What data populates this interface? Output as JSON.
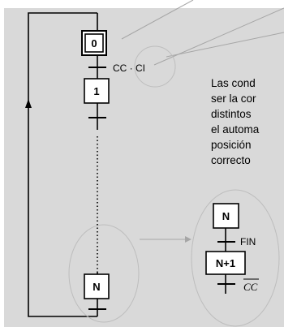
{
  "diagram": {
    "background_color": "#d9d9d9",
    "steps": {
      "initial": "0",
      "second": "1",
      "generic": "N"
    },
    "transition_condition": "CC · CI",
    "paragraph_lines": [
      "Las cond",
      "ser la cor",
      "distintos",
      "el automa",
      "posición",
      "correcto"
    ],
    "zoom": {
      "step_n": "N",
      "condition": "FIN",
      "step_n1": "N+1",
      "next_condition": "CC"
    }
  }
}
